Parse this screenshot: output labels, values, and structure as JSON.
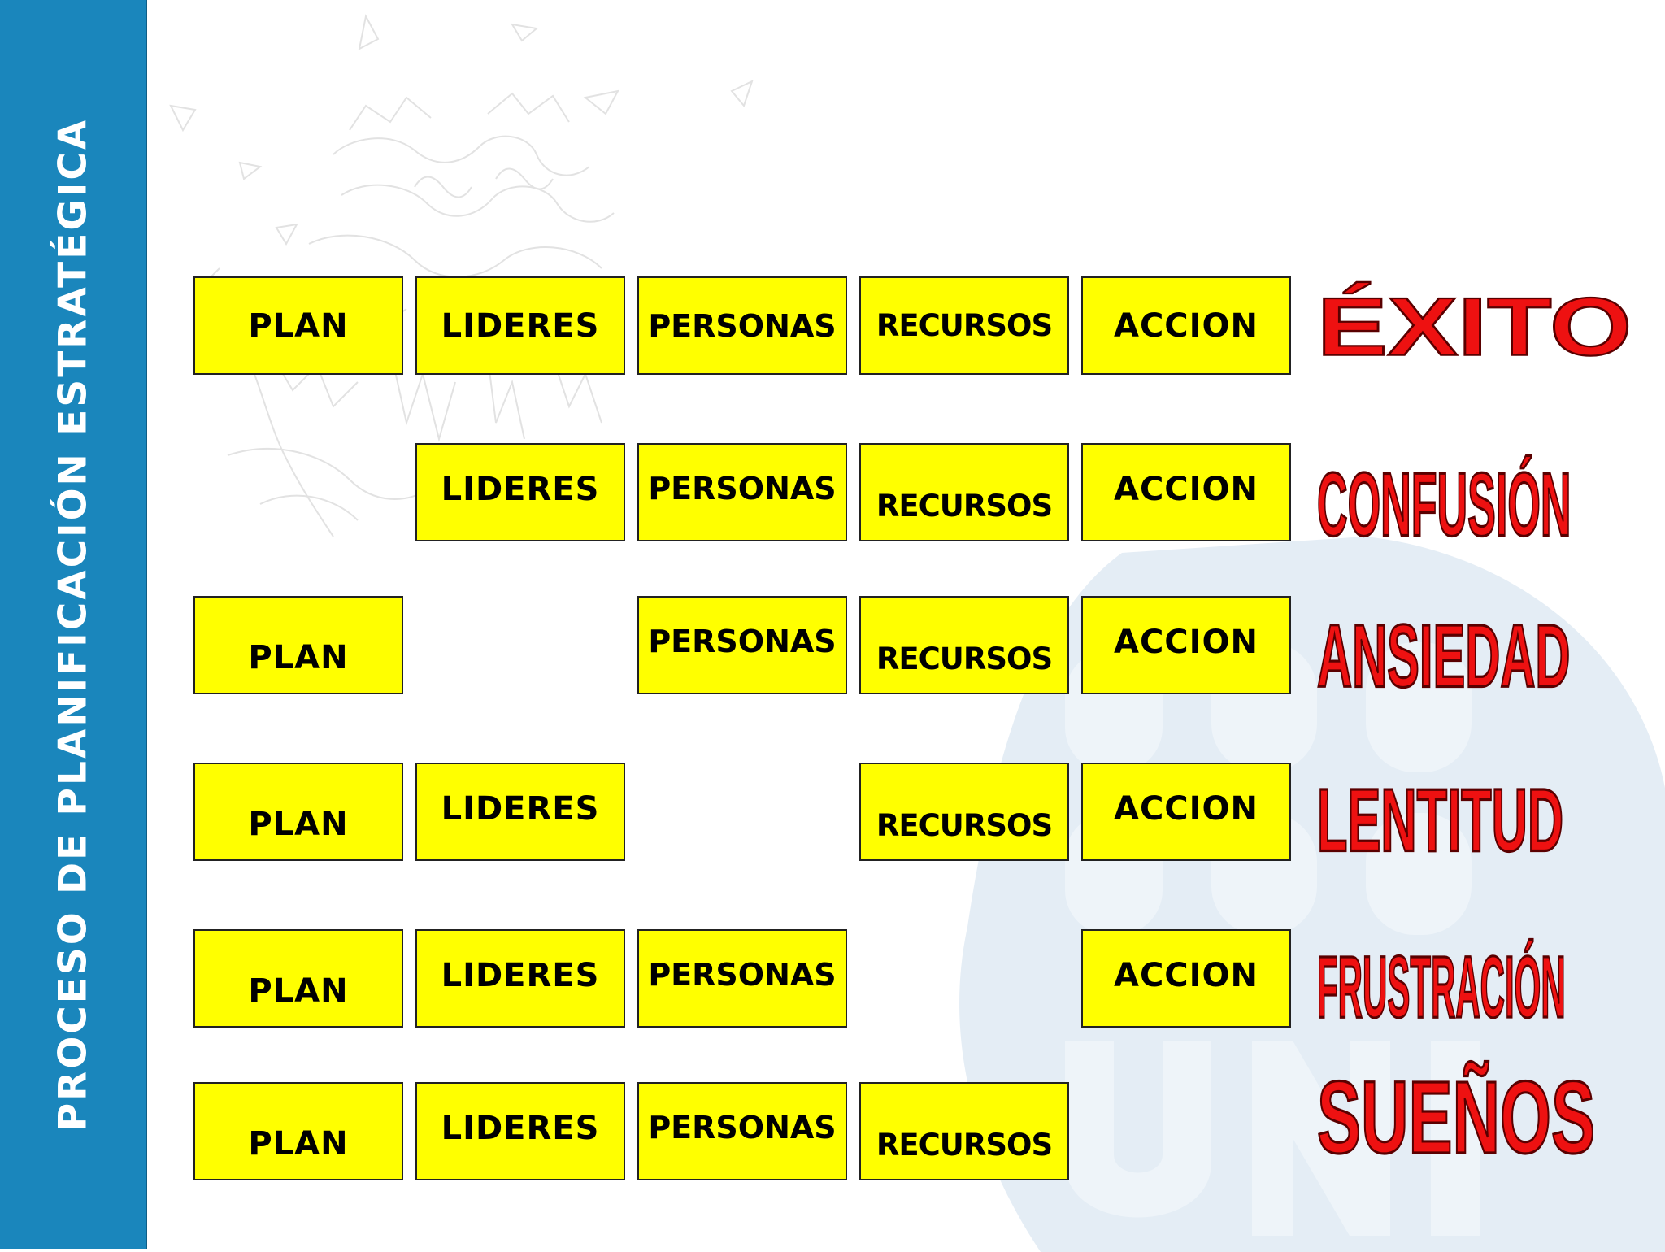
{
  "sidebar": {
    "title": "PROCESO DE PLANIFICACIÓN ESTRATÉGICA"
  },
  "colors": {
    "sidebar": "#1a86bc",
    "box_fill": "#ffff00",
    "outcome_text": "#ee1111"
  },
  "rows": [
    {
      "boxes": [
        "PLAN",
        "LIDERES",
        "PERSONAS",
        "RECURSOS",
        "ACCION"
      ],
      "outcome": "ÉXITO"
    },
    {
      "boxes": [
        "",
        "LIDERES",
        "PERSONAS",
        "RECURSOS",
        "ACCION"
      ],
      "outcome": "CONFUSIÓN"
    },
    {
      "boxes": [
        "PLAN",
        "",
        "PERSONAS",
        "RECURSOS",
        "ACCION"
      ],
      "outcome": "ANSIEDAD"
    },
    {
      "boxes": [
        "PLAN",
        "LIDERES",
        "",
        "RECURSOS",
        "ACCION"
      ],
      "outcome": "LENTITUD"
    },
    {
      "boxes": [
        "PLAN",
        "LIDERES",
        "PERSONAS",
        "",
        "ACCION"
      ],
      "outcome": "FRUSTRACIÓN"
    },
    {
      "boxes": [
        "PLAN",
        "LIDERES",
        "PERSONAS",
        "RECURSOS",
        ""
      ],
      "outcome": "SUEÑOS"
    }
  ]
}
